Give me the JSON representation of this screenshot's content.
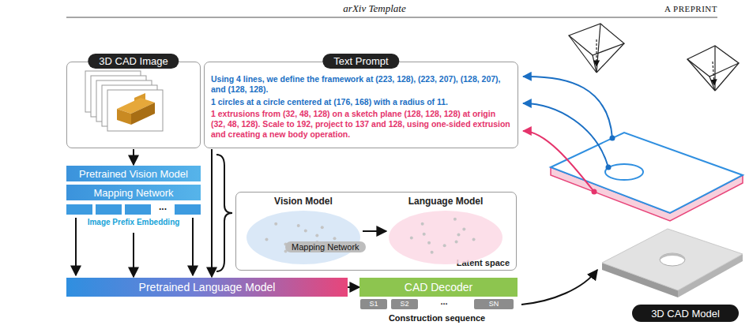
{
  "diagram": {
    "nodes": [
      {
        "text": [
          "3D CAD Image"
        ]
      },
      {
        "text": [
          "Text Prompt",
          "Using 4 lines, we define the framework at (223, 128), (223, 207), (128, 207), and (128, 128).",
          "1 circles at a circle centered at (176, 168) with a radius of 11.",
          "1 extrusions from (32, 48, 128) on a sketch plane (128, 128, 128) at origin (32, 48, 128). Scale to 192, project to 137 and 128, using one-sided extrusion and creating a new body operation."
        ]
      },
      {
        "text": [
          "Pretrained Vision Model"
        ]
      },
      {
        "text": [
          "Mapping Network"
        ]
      },
      {
        "text": [
          "...",
          "Image Prefix Embedding"
        ]
      },
      {
        "text": [
          "Latent space"
        ]
      },
      {
        "text": [
          "Vision Model"
        ],
        "in": 5
      },
      {
        "text": [
          "Language Model"
        ],
        "in": 5
      },
      {
        "text": [
          "Mapping Network"
        ],
        "in": 5
      },
      {
        "text": [
          "Pretrained Language Model"
        ]
      },
      {
        "text": [
          "CAD Decoder"
        ]
      },
      {
        "text": [
          "3D CAD Model"
        ]
      }
    ],
    "edges": [
      {
        "from": 0,
        "to": 2,
        "arrow": "to"
      },
      {
        "from": 1,
        "to": 9,
        "arrow": "to"
      },
      {
        "from": 4,
        "to": 9,
        "arrow": "to"
      },
      {
        "from": 9,
        "to": 10,
        "arrow": "to"
      },
      {
        "from": 6,
        "to": 7,
        "arrow": "to"
      }
    ],
    "labels": [
      "arXiv Template",
      "A PREPRINT",
      "S1",
      "S2",
      "...",
      "SN",
      "Construction sequence"
    ]
  }
}
